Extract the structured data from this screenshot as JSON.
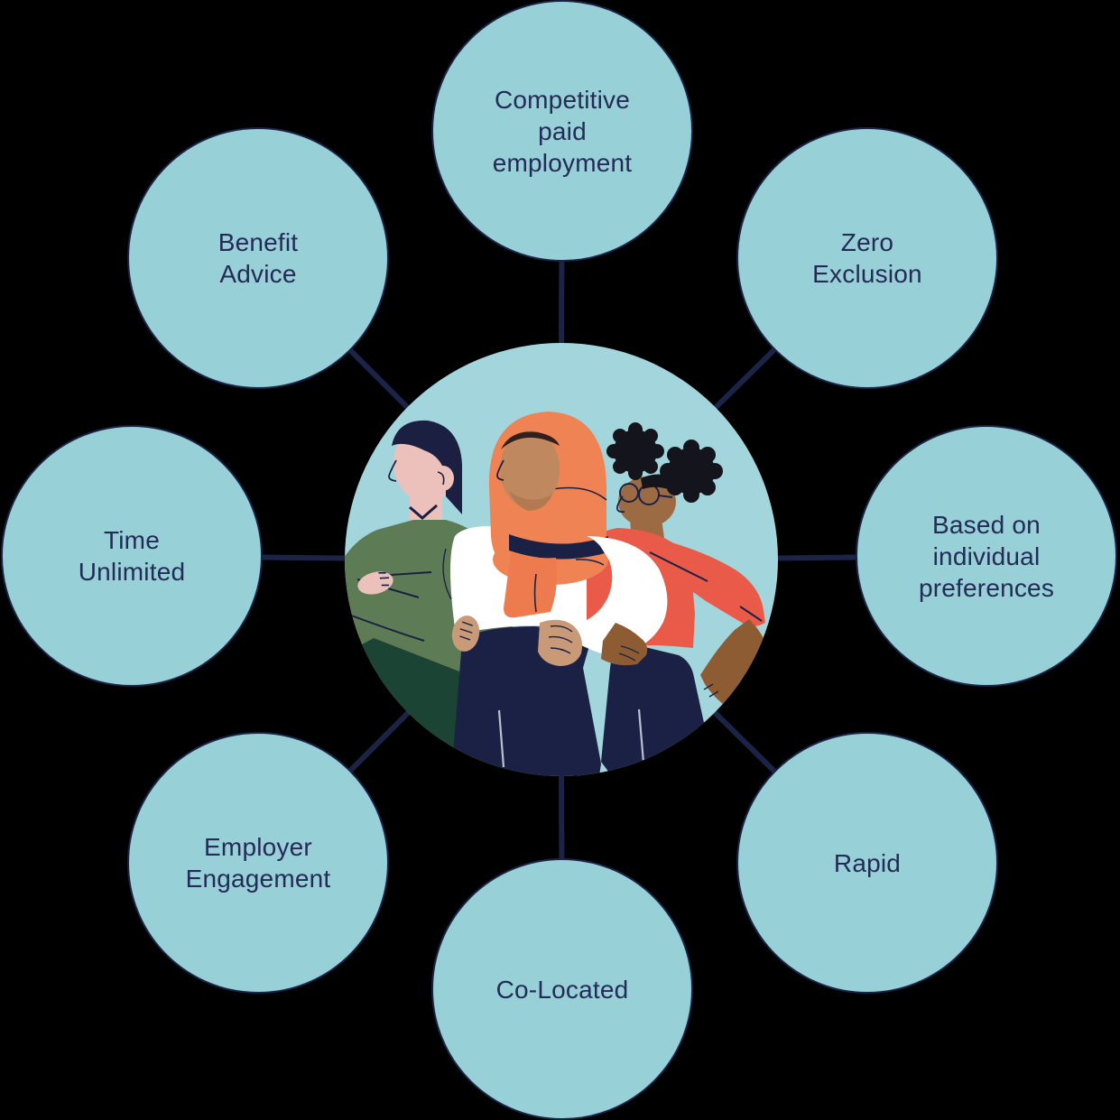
{
  "diagram": {
    "type": "hub-and-spoke",
    "background_color": "#000000",
    "node_fill": "#98d0d8",
    "node_border_color": "#1b2347",
    "spoke_color": "#1b2347",
    "label_color": "#232b56",
    "center": {
      "description": "Illustration of three diverse people standing together (man in green shirt, woman in orange hijab and white top, woman with afro puffs, glasses and coral top)",
      "background_color": "#a3d6dc"
    },
    "nodes": [
      {
        "id": "competitive-paid-employment",
        "position": "top",
        "label": "Competitive\npaid\nemployment"
      },
      {
        "id": "zero-exclusion",
        "position": "top-right",
        "label": "Zero\nExclusion"
      },
      {
        "id": "based-on-individual-preferences",
        "position": "right",
        "label": "Based on\nindividual\npreferences"
      },
      {
        "id": "rapid",
        "position": "bottom-right",
        "label": "Rapid"
      },
      {
        "id": "co-located",
        "position": "bottom",
        "label": "Co-Located"
      },
      {
        "id": "employer-engagement",
        "position": "bottom-left",
        "label": "Employer\nEngagement"
      },
      {
        "id": "time-unlimited",
        "position": "left",
        "label": "Time\nUnlimited"
      },
      {
        "id": "benefit-advice",
        "position": "top-left",
        "label": "Benefit\nAdvice"
      }
    ]
  }
}
